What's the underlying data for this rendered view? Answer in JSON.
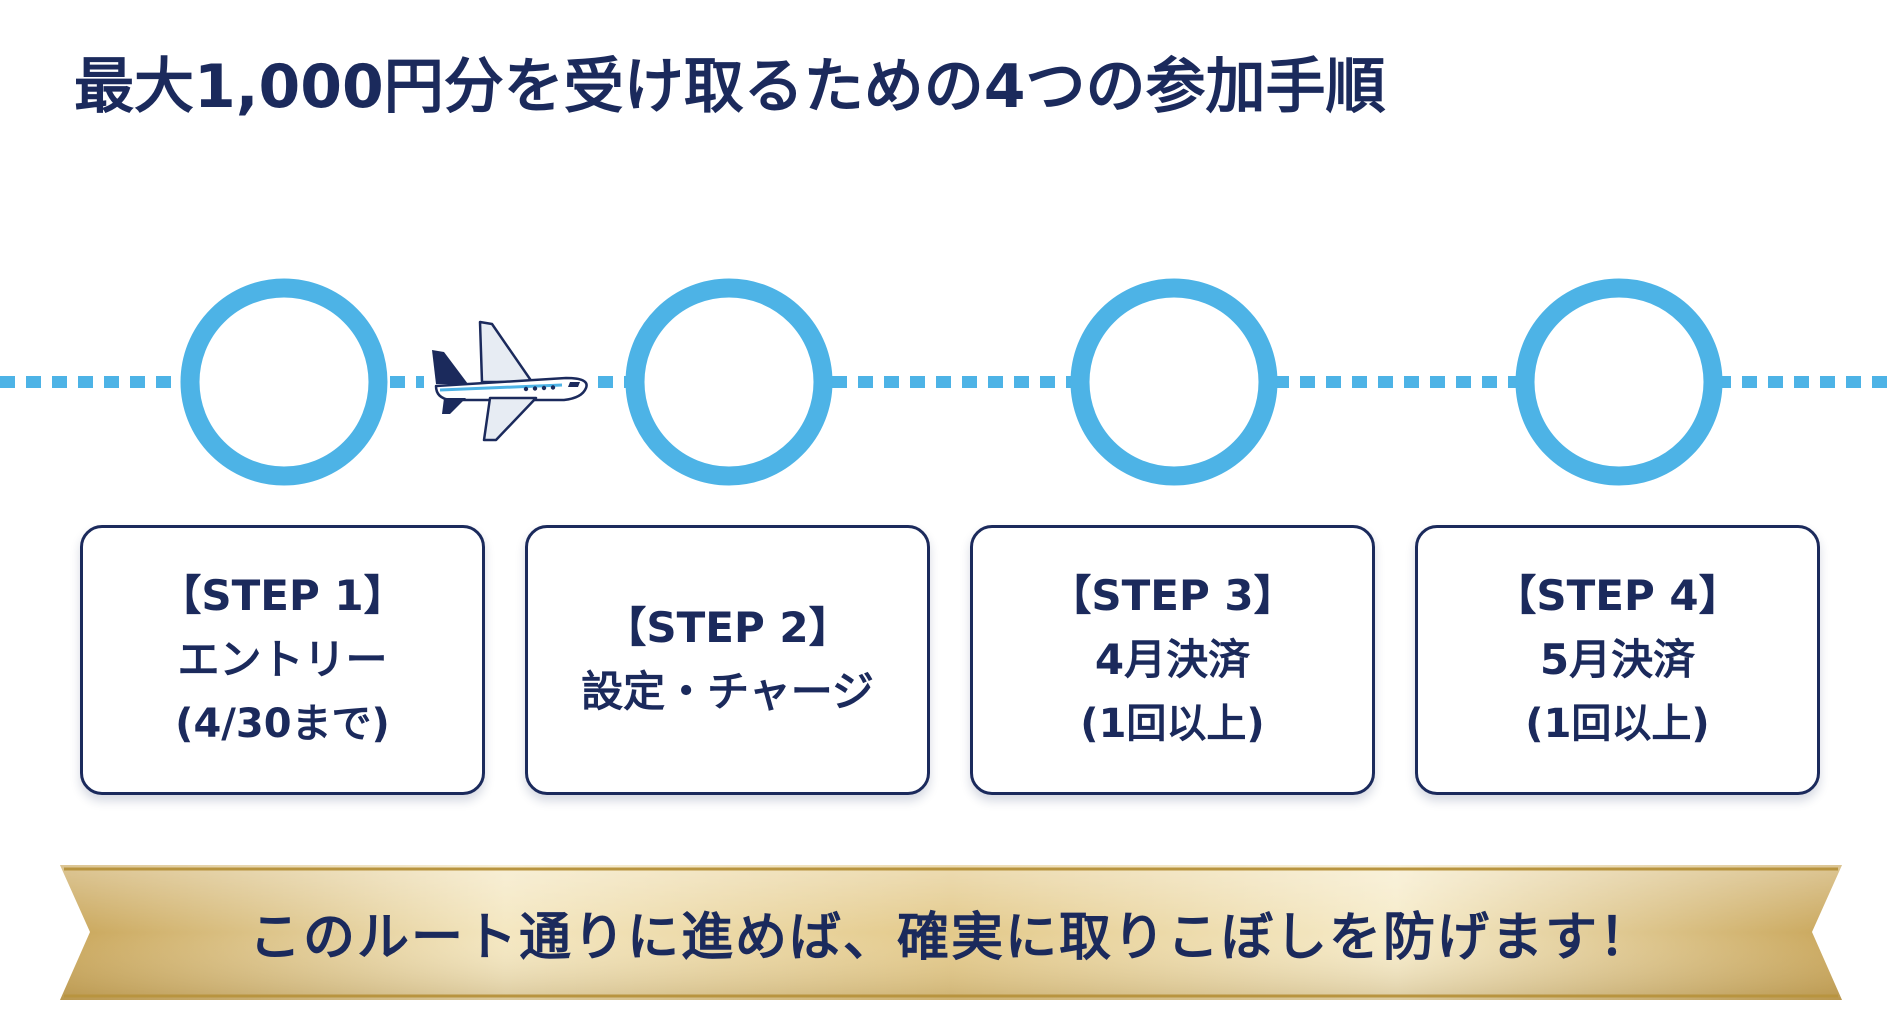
{
  "title": "最大1,000円分を受け取るための4つの参加手順",
  "colors": {
    "navy": "#1b2a5c",
    "accent_blue": "#4db3e6",
    "gold": "#d6b864"
  },
  "timeline": {
    "nodes": 4,
    "icon": "airplane-icon"
  },
  "steps": [
    {
      "label": "【STEP 1】",
      "line2": "エントリー",
      "line3": "(4/30まで)"
    },
    {
      "label": "【STEP 2】",
      "line2": "設定・チャージ",
      "line3": ""
    },
    {
      "label": "【STEP 3】",
      "line2": "4月決済",
      "line3": "(1回以上)"
    },
    {
      "label": "【STEP 4】",
      "line2": "5月決済",
      "line3": "(1回以上)"
    }
  ],
  "banner": {
    "text": "このルート通りに進めば、確実に取りこぼしを防げます！"
  }
}
